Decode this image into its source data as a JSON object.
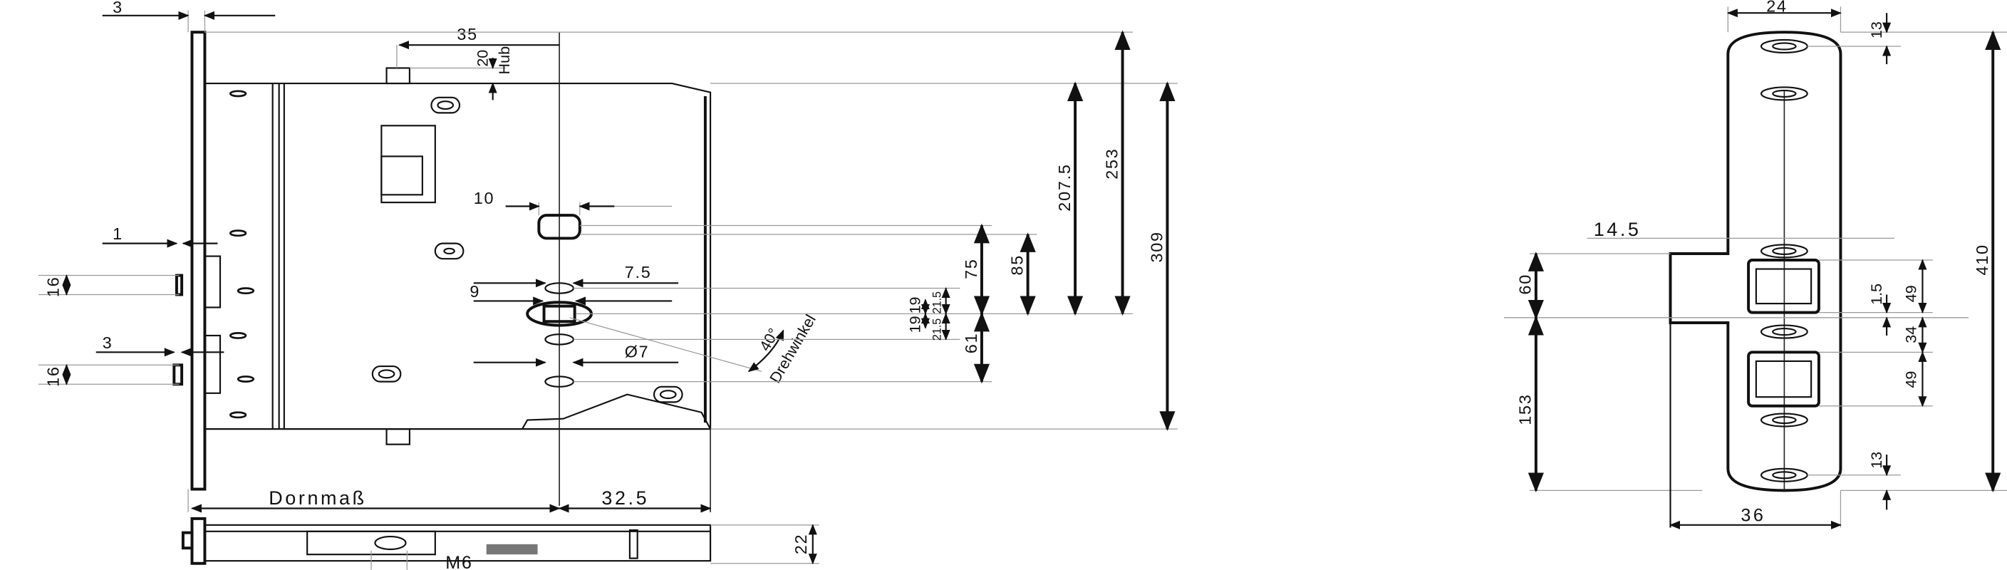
{
  "lock_view": {
    "top_thickness": "3",
    "bolt_width": "35",
    "throw": "20",
    "throw_label": "Hub",
    "follower_size": "10",
    "cylinder_width": "7.5",
    "keyhole_width": "9",
    "hole_diameter": "Ø7",
    "rotation_angle": "40°",
    "rotation_label": "Drehwinkel",
    "dim_75": "75",
    "dim_85": "85",
    "dim_207_5": "207.5",
    "dim_253": "253",
    "dim_309": "309",
    "dim_61": "61",
    "dim_19_up": "19",
    "dim_19_down": "19",
    "dim_21_5_up": "21.5",
    "dim_21_5_down": "21.5",
    "left_offset": "1",
    "latch_height_1": "16",
    "latch_offset": "3",
    "latch_height_2": "16",
    "backset_label": "Dornmaß",
    "backset_value": "32.5",
    "thread": "M6",
    "case_depth": "22"
  },
  "strike_view": {
    "plate_width": "24",
    "top_hole_offset": "13",
    "total_height": "410",
    "step_offset": "14.5",
    "upper_height": "60",
    "lower_height": "153",
    "gap_small": "1.5",
    "box_height_1": "49",
    "gap_mid": "34",
    "box_height_2": "49",
    "bottom_hole_offset": "13",
    "total_width": "36"
  }
}
